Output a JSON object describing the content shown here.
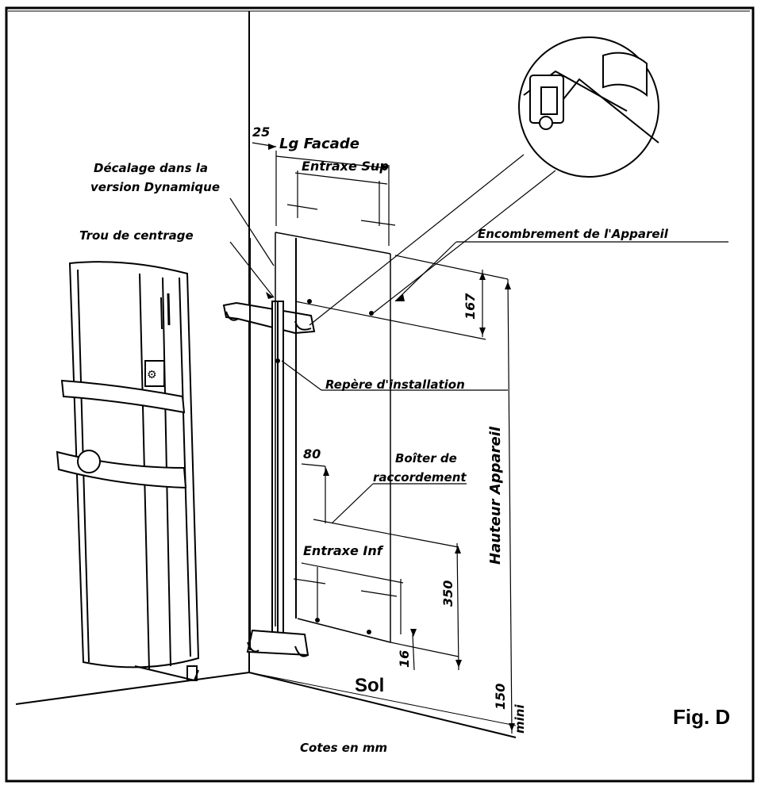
{
  "figure_label": "Fig. D",
  "units_note": "Cotes en mm",
  "labels": {
    "offset_dynamic_line1": "Décalage dans la",
    "offset_dynamic_line2": "version Dynamique",
    "centering_hole": "Trou de centrage",
    "device_footprint": "Encombrement de  l'Appareil",
    "install_mark": "Repère d'installation",
    "junction_box_line1": "Boîter de",
    "junction_box_line2": "raccordement",
    "floor": "Sol",
    "facade_length": "Lg Facade",
    "top_spacing": "Entraxe Sup",
    "bottom_spacing": "Entraxe Inf",
    "device_height": "Hauteur Appareil",
    "mini": "mini"
  },
  "dimensions": {
    "d25": "25",
    "d167": "167",
    "d80": "80",
    "d350": "350",
    "d16": "16",
    "d150": "150"
  }
}
